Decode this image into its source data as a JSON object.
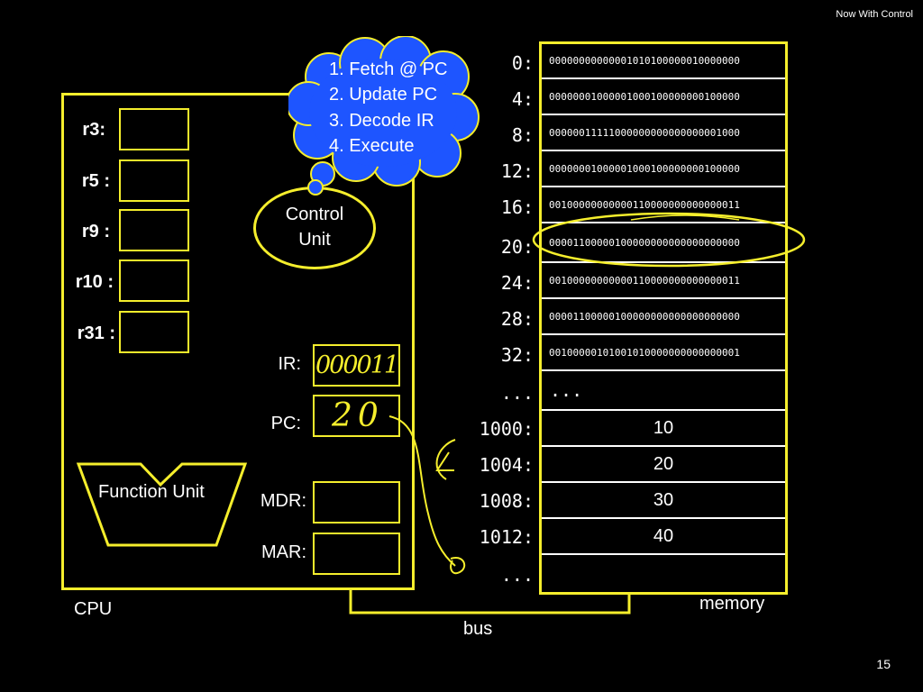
{
  "header": {
    "title": "Now With Control"
  },
  "cpu": {
    "label": "CPU",
    "registers": [
      {
        "label": "r3:"
      },
      {
        "label": "r5 :"
      },
      {
        "label": "r9 :"
      },
      {
        "label": "r10 :"
      },
      {
        "label": "r31 :"
      }
    ],
    "ir_label": "IR:",
    "ir_handwritten": "000011",
    "pc_label": "PC:",
    "pc_handwritten": "20",
    "mdr_label": "MDR:",
    "mar_label": "MAR:",
    "function_unit": "Function Unit",
    "control_unit_line1": "Control",
    "control_unit_line2": "Unit"
  },
  "thought": {
    "steps": [
      "1. Fetch @ PC",
      "2. Update PC",
      "3. Decode IR",
      "4. Execute"
    ]
  },
  "memory": {
    "label": "memory",
    "rows": [
      {
        "addr": "0:",
        "value": "00000000000001010100000010000000"
      },
      {
        "addr": "4:",
        "value": "00000001000001000100000000100000"
      },
      {
        "addr": "8:",
        "value": "00000011111000000000000000001000"
      },
      {
        "addr": "12:",
        "value": "00000001000001000100000000100000"
      },
      {
        "addr": "16:",
        "value": "00100000000000110000000000000011"
      },
      {
        "addr": "20:",
        "value": "00001100000100000000000000000000"
      },
      {
        "addr": "24:",
        "value": "00100000000000110000000000000011"
      },
      {
        "addr": "28:",
        "value": "00001100000100000000000000000000"
      },
      {
        "addr": "32:",
        "value": "00100000101001010000000000000001"
      },
      {
        "addr": "...",
        "value": "..."
      },
      {
        "addr": "1000:",
        "value": "10"
      },
      {
        "addr": "1004:",
        "value": "20"
      },
      {
        "addr": "1008:",
        "value": "30"
      },
      {
        "addr": "1012:",
        "value": "40"
      },
      {
        "addr": "...",
        "value": ""
      }
    ]
  },
  "bus": {
    "label": "bus"
  },
  "footer": {
    "page_number": "15"
  },
  "colors": {
    "accent": "#f5ee2c",
    "bubble": "#1e55ff",
    "background": "#000000"
  }
}
